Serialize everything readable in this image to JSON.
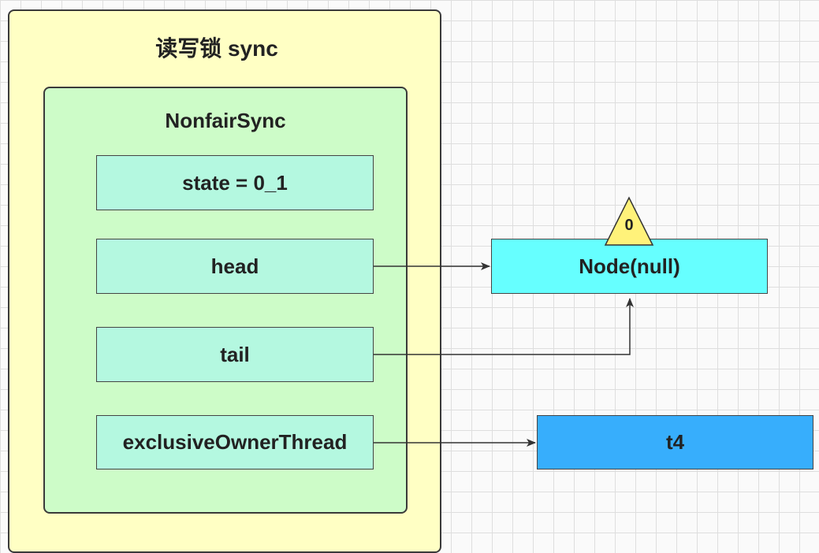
{
  "outer": {
    "title": "读写锁 sync"
  },
  "inner": {
    "title": "NonfairSync"
  },
  "fields": {
    "state": "state = 0_1",
    "head": "head",
    "tail": "tail",
    "owner": "exclusiveOwnerThread"
  },
  "node": {
    "label": "Node(null)",
    "wait_status": "0"
  },
  "thread": {
    "label": "t4"
  },
  "colors": {
    "outer_fill": "#ffffc4",
    "inner_fill": "#cdfcc8",
    "field_fill": "#b4f8e0",
    "node_fill": "#66ffff",
    "thread_fill": "#37aefc",
    "triangle_fill": "#fff27a"
  }
}
